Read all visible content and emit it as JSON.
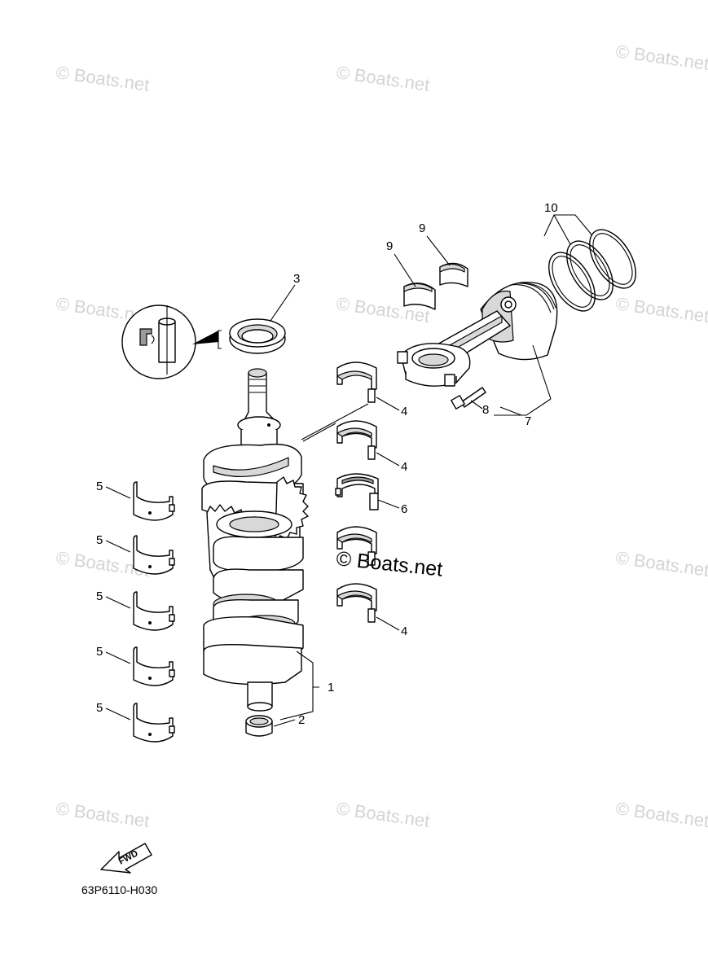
{
  "watermark": "© Boats.net",
  "center_watermark": "© Boats.net",
  "diagram_code": "63P6110-H030",
  "fwd_label": "FWD",
  "callouts": {
    "c1": "1",
    "c2": "2",
    "c3": "3",
    "c4a": "4",
    "c4b": "4",
    "c4c": "4",
    "c5a": "5",
    "c5b": "5",
    "c5c": "5",
    "c5d": "5",
    "c5e": "5",
    "c6": "6",
    "c7": "7",
    "c8": "8",
    "c9a": "9",
    "c9b": "9",
    "c10": "10"
  }
}
